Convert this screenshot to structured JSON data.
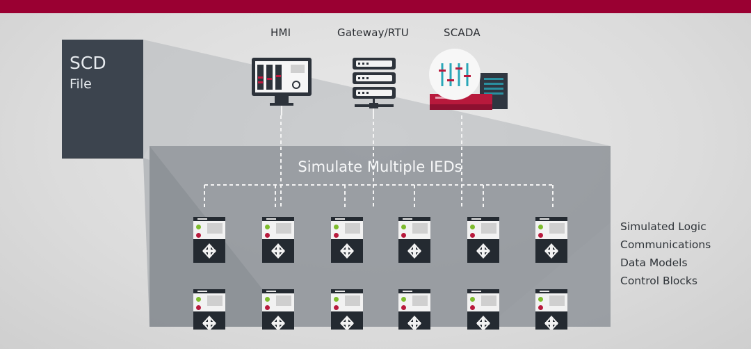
{
  "header": {
    "color": "#9a0032"
  },
  "scd_file": {
    "title": "SCD",
    "subtitle": "File"
  },
  "clients": [
    {
      "label": "HMI",
      "icon": "monitor-icon"
    },
    {
      "label": "Gateway/RTU",
      "icon": "server-rack-icon"
    },
    {
      "label": "SCADA",
      "icon": "scada-control-icon"
    }
  ],
  "simulation": {
    "title": "Simulate Multiple IEDs",
    "ied_count": 12,
    "ied_icon": "ied-device-icon"
  },
  "features": [
    "Simulated Logic",
    "Communications",
    "Data Models",
    "Control Blocks"
  ],
  "colors": {
    "accent": "#9a0032",
    "dark": "#3c444e",
    "panel": "#8f949a",
    "green": "#7dbb2d",
    "red": "#b8193c",
    "teal": "#2aa7b8"
  }
}
